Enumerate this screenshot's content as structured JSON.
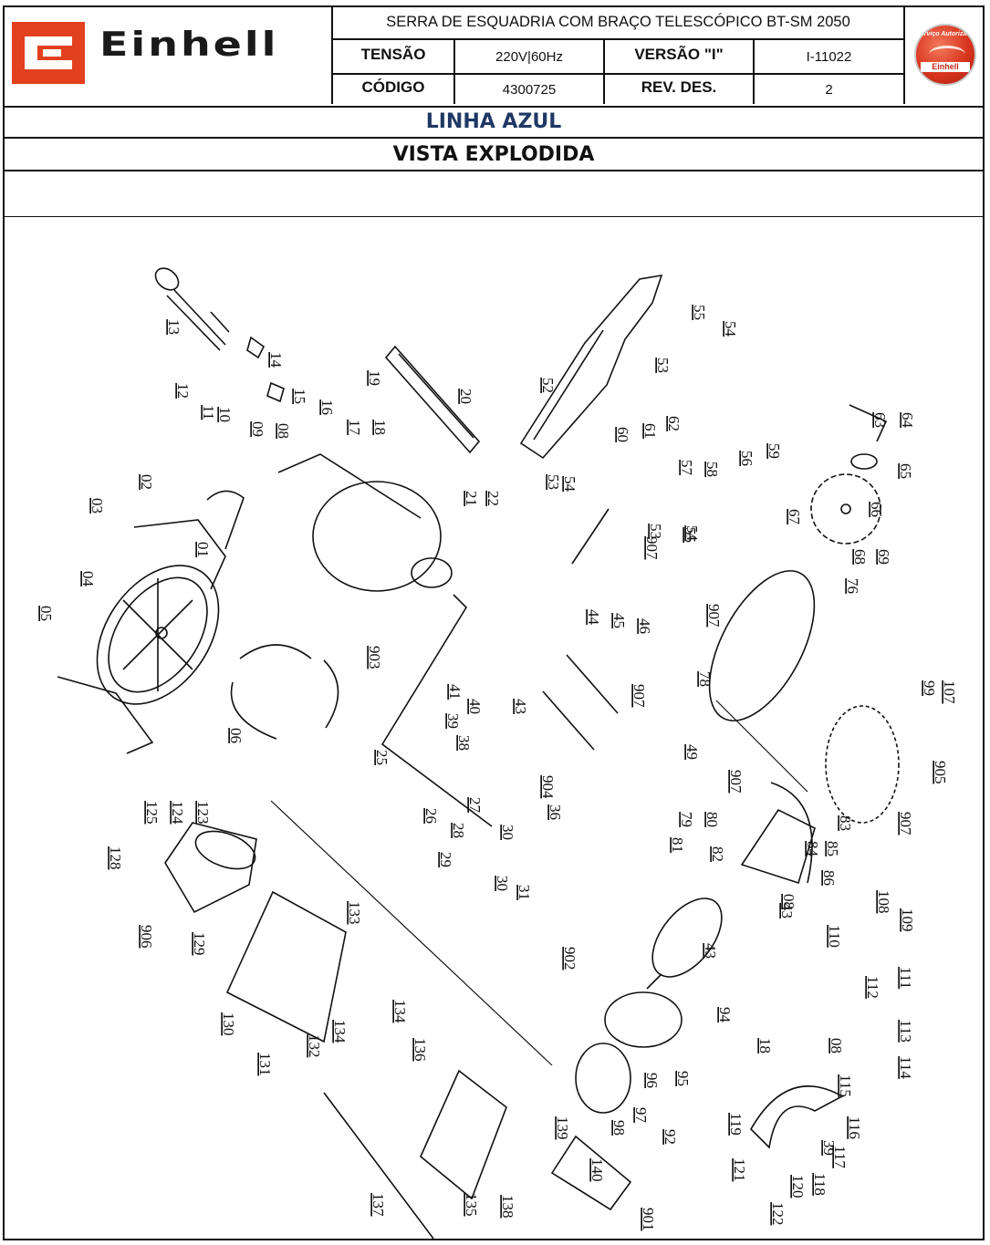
{
  "header": {
    "brand": "Einhell",
    "product_title": "SERRA DE ESQUADRIA COM BRAÇO TELESCÓPICO BT-SM 2050",
    "fields": {
      "tensao_label": "TENSÃO",
      "tensao_value": "220V|60Hz",
      "versao_label": "VERSÃO \"I\"",
      "versao_value": "I-11022",
      "codigo_label": "CÓDIGO",
      "codigo_value": "4300725",
      "rev_label": "REV. DES.",
      "rev_value": "2"
    },
    "seal": {
      "top_text": "Serviço Autorizado",
      "brand_text": "Einhell"
    },
    "colors": {
      "brand_red": "#e2401f",
      "linha_blue": "#1f3864"
    }
  },
  "bands": {
    "linha": "LINHA AZUL",
    "vista": "VISTA EXPLODIDA"
  },
  "diagram": {
    "title": "Exploded view parts diagram",
    "part_labels": [
      "01",
      "02",
      "03",
      "04",
      "05",
      "06",
      "08",
      "09",
      "10",
      "11",
      "12",
      "13",
      "14",
      "15",
      "16",
      "17",
      "18",
      "19",
      "20",
      "21",
      "22",
      "25",
      "26",
      "27",
      "28",
      "29",
      "30",
      "30",
      "31",
      "36",
      "38",
      "39",
      "39",
      "40",
      "41",
      "43",
      "43",
      "43",
      "44",
      "45",
      "46",
      "49",
      "52",
      "53",
      "53",
      "53",
      "54",
      "54",
      "54",
      "55",
      "55",
      "56",
      "57",
      "58",
      "59",
      "60",
      "61",
      "62",
      "63",
      "64",
      "65",
      "66",
      "67",
      "68",
      "69",
      "76",
      "78",
      "79",
      "80",
      "81",
      "82",
      "83",
      "84",
      "85",
      "86",
      "08",
      "92",
      "94",
      "95",
      "96",
      "97",
      "98",
      "99",
      "107",
      "108",
      "109",
      "110",
      "111",
      "112",
      "113",
      "114",
      "115",
      "116",
      "117",
      "118",
      "119",
      "120",
      "121",
      "122",
      "123",
      "124",
      "125",
      "128",
      "129",
      "130",
      "131",
      "132",
      "133",
      "134",
      "134",
      "135",
      "136",
      "137",
      "138",
      "139",
      "140",
      "901",
      "902",
      "903",
      "904",
      "905",
      "906",
      "907",
      "907",
      "907",
      "907",
      "907",
      "18",
      "08"
    ]
  }
}
